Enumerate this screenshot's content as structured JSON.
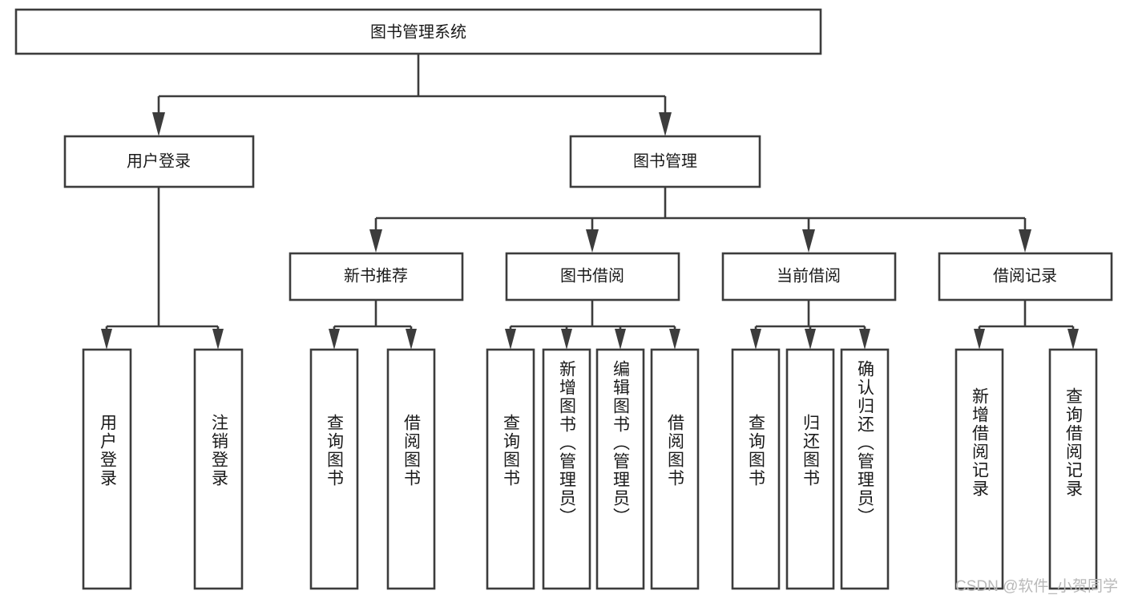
{
  "diagram": {
    "type": "tree-hierarchy",
    "title": "图书管理系统",
    "watermark": "CSDN @软件_小贺同学",
    "colors": {
      "stroke": "#3c3c3c",
      "fill": "#ffffff",
      "text": "#1a1a1a",
      "watermark": "#b9b9b9",
      "background": "#ffffff"
    },
    "levels": [
      {
        "level": 1,
        "nodes": [
          {
            "id": "root",
            "label": "图书管理系统",
            "orientation": "horizontal"
          }
        ]
      },
      {
        "level": 2,
        "nodes": [
          {
            "id": "login",
            "label": "用户登录",
            "orientation": "horizontal",
            "parent": "root"
          },
          {
            "id": "bookmgmt",
            "label": "图书管理",
            "orientation": "horizontal",
            "parent": "root"
          }
        ]
      },
      {
        "level": 3,
        "nodes": [
          {
            "id": "newbook",
            "label": "新书推荐",
            "orientation": "horizontal",
            "parent": "bookmgmt"
          },
          {
            "id": "borrow",
            "label": "图书借阅",
            "orientation": "horizontal",
            "parent": "bookmgmt"
          },
          {
            "id": "current",
            "label": "当前借阅",
            "orientation": "horizontal",
            "parent": "bookmgmt"
          },
          {
            "id": "records",
            "label": "借阅记录",
            "orientation": "horizontal",
            "parent": "bookmgmt"
          }
        ]
      },
      {
        "level": 4,
        "nodes": [
          {
            "id": "leaf-1",
            "label": "用户登录",
            "orientation": "vertical",
            "parent": "login"
          },
          {
            "id": "leaf-2",
            "label": "注销登录",
            "orientation": "vertical",
            "parent": "login"
          },
          {
            "id": "leaf-3",
            "label": "查询图书",
            "orientation": "vertical",
            "parent": "newbook"
          },
          {
            "id": "leaf-4",
            "label": "借阅图书",
            "orientation": "vertical",
            "parent": "newbook"
          },
          {
            "id": "leaf-5",
            "label": "查询图书",
            "orientation": "vertical",
            "parent": "borrow"
          },
          {
            "id": "leaf-6",
            "label": "新增图书（管理员）",
            "orientation": "vertical",
            "parent": "borrow"
          },
          {
            "id": "leaf-7",
            "label": "编辑图书（管理员）",
            "orientation": "vertical",
            "parent": "borrow"
          },
          {
            "id": "leaf-8",
            "label": "借阅图书",
            "orientation": "vertical",
            "parent": "borrow"
          },
          {
            "id": "leaf-9",
            "label": "查询图书",
            "orientation": "vertical",
            "parent": "current"
          },
          {
            "id": "leaf-10",
            "label": "归还图书",
            "orientation": "vertical",
            "parent": "current"
          },
          {
            "id": "leaf-11",
            "label": "确认归还（管理员）",
            "orientation": "vertical",
            "parent": "current"
          },
          {
            "id": "leaf-12",
            "label": "新增借阅记录",
            "orientation": "vertical",
            "parent": "records"
          },
          {
            "id": "leaf-13",
            "label": "查询借阅记录",
            "orientation": "vertical",
            "parent": "records"
          }
        ]
      }
    ]
  }
}
